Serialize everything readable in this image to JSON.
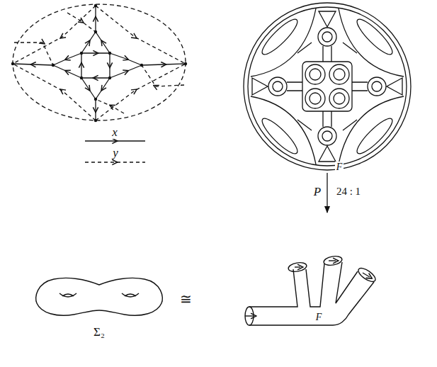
{
  "diagram": {
    "labels": [
      "x",
      "y",
      "P",
      "24 : 1",
      "Σ₂",
      "≅",
      "F",
      "F"
    ]
  }
}
